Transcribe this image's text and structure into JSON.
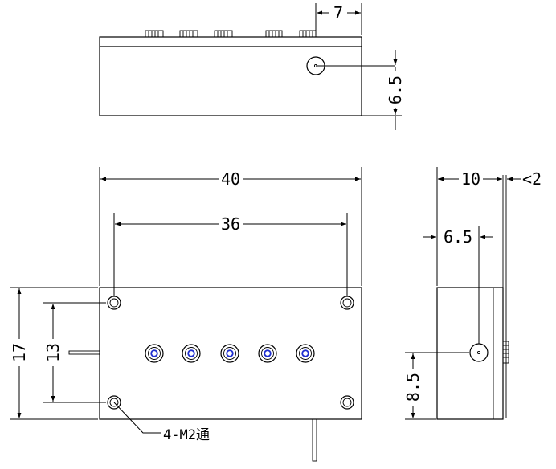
{
  "dimensions": {
    "top_offset": "7",
    "top_height": "6.5",
    "width_overall": "40",
    "hole_pitch_x": "36",
    "height_overall": "17",
    "hole_pitch_y": "13",
    "hole_note": "4-M2通",
    "side_depth": "10",
    "side_lead": "<2",
    "side_offset": "6.5",
    "side_height": "8.5"
  },
  "colors": {
    "line": "#000000",
    "connector_inner": "#1f2fd0"
  }
}
